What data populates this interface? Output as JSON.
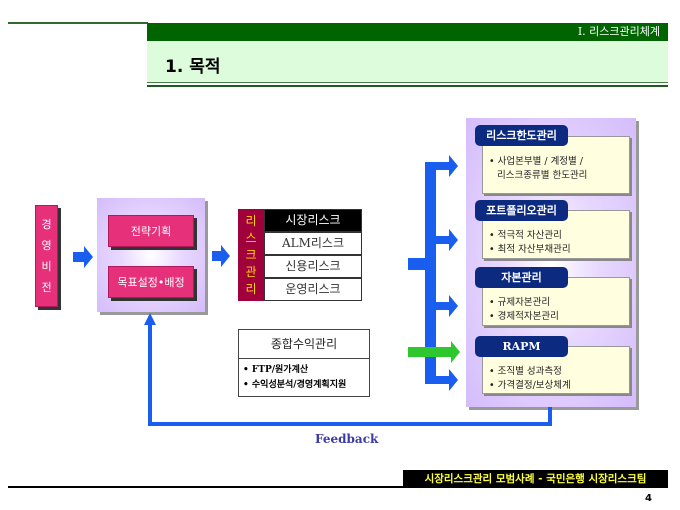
{
  "header": {
    "section": "I. 리스크관리체계",
    "title": "1. 목적"
  },
  "vision": {
    "chars": [
      "경",
      "영",
      "비",
      "전"
    ]
  },
  "strategy": {
    "items": [
      "전략기획",
      "목표설정•배정"
    ]
  },
  "risk": {
    "label_chars": [
      "리",
      "스",
      "크",
      "관",
      "리"
    ],
    "types": [
      "시장리스크",
      "ALM리스크",
      "신용리스크",
      "운영리스크"
    ]
  },
  "profit": {
    "title": "종합수익관리",
    "items": [
      "• FTP/원가계산",
      "• 수익성분석/경영계획지원"
    ]
  },
  "panels": [
    {
      "title": "리스크한도관리",
      "items": [
        "• 사업본부별 / 계정별 /",
        "  리스크종류별 한도관리"
      ]
    },
    {
      "title": "포트폴리오관리",
      "items": [
        "• 적극적 자산관리",
        "• 최적 자산부채관리"
      ]
    },
    {
      "title": "자본관리",
      "items": [
        "• 규제자본관리",
        "• 경제적자본관리"
      ]
    },
    {
      "title": "RAPM",
      "items": [
        "• 조직별 성과측정",
        "• 가격결정/보상체계"
      ]
    }
  ],
  "feedback": "Feedback",
  "footer": {
    "text": "시장리스크관리 모범사례 - 국민은행 시장리스크팀",
    "page": "4"
  },
  "colors": {
    "green": "#006400",
    "pink": "#e6307a",
    "navy": "#0c2a80",
    "blue": "#1a5ef0",
    "arrow_green": "#2ec82e"
  }
}
